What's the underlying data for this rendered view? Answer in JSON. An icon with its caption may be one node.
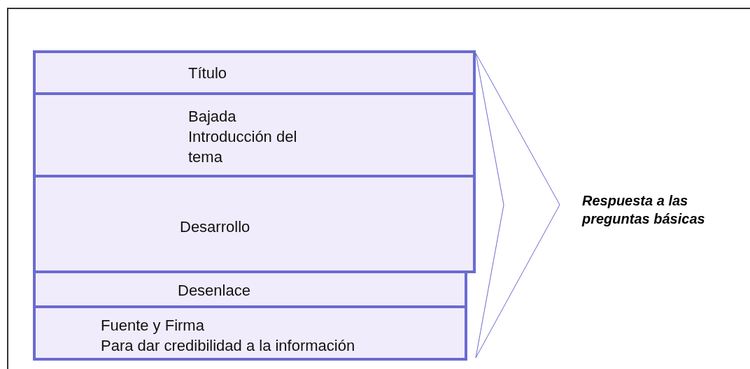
{
  "diagram": {
    "nodes": [
      {
        "text": [
          "Título"
        ]
      },
      {
        "text": [
          "Bajada",
          "Introducción del tema"
        ]
      },
      {
        "text": [
          "Desarrollo"
        ]
      },
      {
        "text": [
          "Desenlace"
        ]
      },
      {
        "text": [
          "Fuente y Firma",
          "Para dar credibilidad a la información"
        ]
      }
    ],
    "labels": [
      "Respuesta a las preguntas básicas"
    ]
  }
}
